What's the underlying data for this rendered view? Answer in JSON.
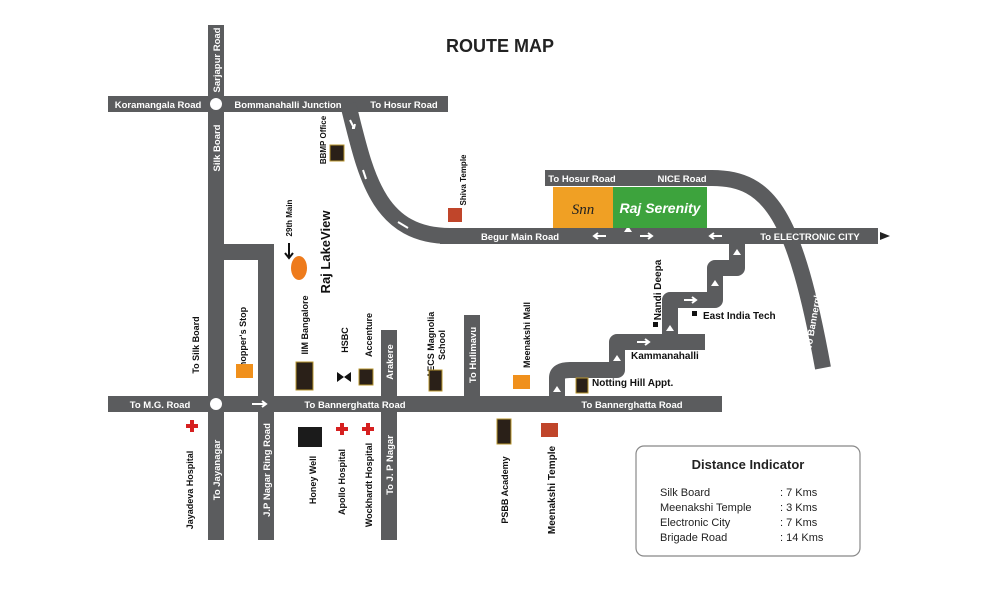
{
  "title": "ROUTE MAP",
  "roads": {
    "koramangala": "Koramangala Road",
    "bommanahalli": "Bommanahalli Junction",
    "to_hosur_top": "To Hosur Road",
    "sarjapur": "Sarjapur Road",
    "silk_board": "Silk Board",
    "begur": "Begur Main Road",
    "to_hosur_nice": "To Hosur Road",
    "nice": "NICE Road",
    "electronic_city": "To ELECTRONIC CITY",
    "to_bannerghatta_right": "To Bannerghatta Road",
    "to_mg": "To M.G. Road",
    "to_bannerghatta_1": "To Bannerghatta Road",
    "to_bannerghatta_2": "To Bannerghatta Road",
    "to_silk_board": "To Silk Board",
    "to_jayanagar": "To Jayanagar",
    "jp_ring": "J.P Nagar Ring Road",
    "arakere": "Arakere",
    "to_jp_nagar": "To J. P Nagar",
    "to_hulimavu": "To Hulimavu",
    "twenty_ninth_main": "29th Main"
  },
  "projects": {
    "lakeview": "Raj LakeView",
    "sann": "Snn",
    "serenity": "Raj Serenity",
    "sann_color": "#f0a024",
    "serenity_color": "#3da33d",
    "lakeview_color": "#ee7b1c"
  },
  "landmarks": {
    "bbmp": "BBMP Office",
    "shiva": "Shiva Temple",
    "shoppers": "Shopper's Stop",
    "iim": "IIM Bangalore",
    "hsbc": "HSBC",
    "accenture": "Accenture",
    "aecs_1": "AECS Magnolia",
    "aecs_2": "School",
    "meenakshi_mall": "Meenakshi Mall",
    "notting_hill": "Notting Hill Appt.",
    "kammanahalli": "Kammanahalli",
    "nandi_deepa": "Nandi Deepa",
    "east_india": "East India Tech",
    "jayadeva": "Jayadeva Hospital",
    "honeywell": "Honey Well",
    "apollo": "Apollo Hospital",
    "wockhardt": "Wockhardt Hospital",
    "psbb": "PSBB Academy",
    "meenakshi_temple": "Meenakshi Temple"
  },
  "distance": {
    "title": "Distance Indicator",
    "rows": [
      {
        "place": "Silk Board",
        "dist": ": 7 Kms"
      },
      {
        "place": "Meenakshi Temple",
        "dist": ": 3 Kms"
      },
      {
        "place": "Electronic City",
        "dist": ": 7 Kms"
      },
      {
        "place": "Brigade Road",
        "dist": ": 14 Kms"
      }
    ]
  }
}
